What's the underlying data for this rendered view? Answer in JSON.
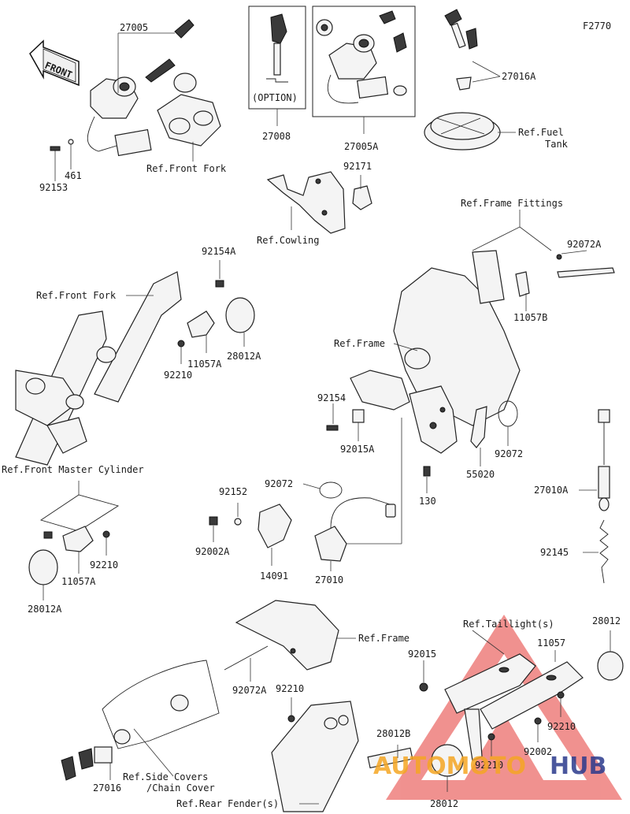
{
  "figure_code": "F2770",
  "front_arrow_label": "FRONT",
  "option_label": "(OPTION)",
  "watermark": {
    "text_a": "AUTOMOTO",
    "text_b": "HUB",
    "color_a": "#f5a623",
    "color_b": "#2b3a8c",
    "triangle_color": "#e53935"
  },
  "labels": {
    "p27005": "27005",
    "p27008": "27008",
    "p27005A": "27005A",
    "p27016A": "27016A",
    "ref_fuel_1": "Ref.Fuel",
    "ref_fuel_2": "Tank",
    "ref_front_fork_top": "Ref.Front Fork",
    "p461": "461",
    "p92153": "92153",
    "p92171": "92171",
    "ref_cowling": "Ref.Cowling",
    "ref_frame_fittings": "Ref.Frame Fittings",
    "p92072A_top": "92072A",
    "p11057B": "11057B",
    "ref_frame_mid": "Ref.Frame",
    "p92154A": "92154A",
    "ref_front_fork_mid": "Ref.Front Fork",
    "p28012A_mid": "28012A",
    "p11057A_mid": "11057A",
    "p92210_mid": "92210",
    "p92154": "92154",
    "p92015A": "92015A",
    "p92072_right": "92072",
    "p55020": "55020",
    "p130": "130",
    "p27010A": "27010A",
    "p92145": "92145",
    "ref_front_master": "Ref.Front Master Cylinder",
    "p92152": "92152",
    "p92072_mid": "92072",
    "p92002A": "92002A",
    "p14091": "14091",
    "p27010": "27010",
    "p92210_left": "92210",
    "p11057A_left": "11057A",
    "p28012A_left": "28012A",
    "ref_frame_low": "Ref.Frame",
    "p92072A_low": "92072A",
    "p92210_low": "92210",
    "ref_taillight": "Ref.Taillight(s)",
    "p11057": "11057",
    "p28012_right": "28012",
    "p92015": "92015",
    "p92210_r1": "92210",
    "p92002": "92002",
    "p92210_r2": "92210",
    "p28012B": "28012B",
    "p28012_bottom": "28012",
    "p27016": "27016",
    "ref_side_1": "Ref.Side Covers",
    "ref_side_2": "/Chain Cover",
    "ref_rear_fender": "Ref.Rear Fender(s)"
  }
}
